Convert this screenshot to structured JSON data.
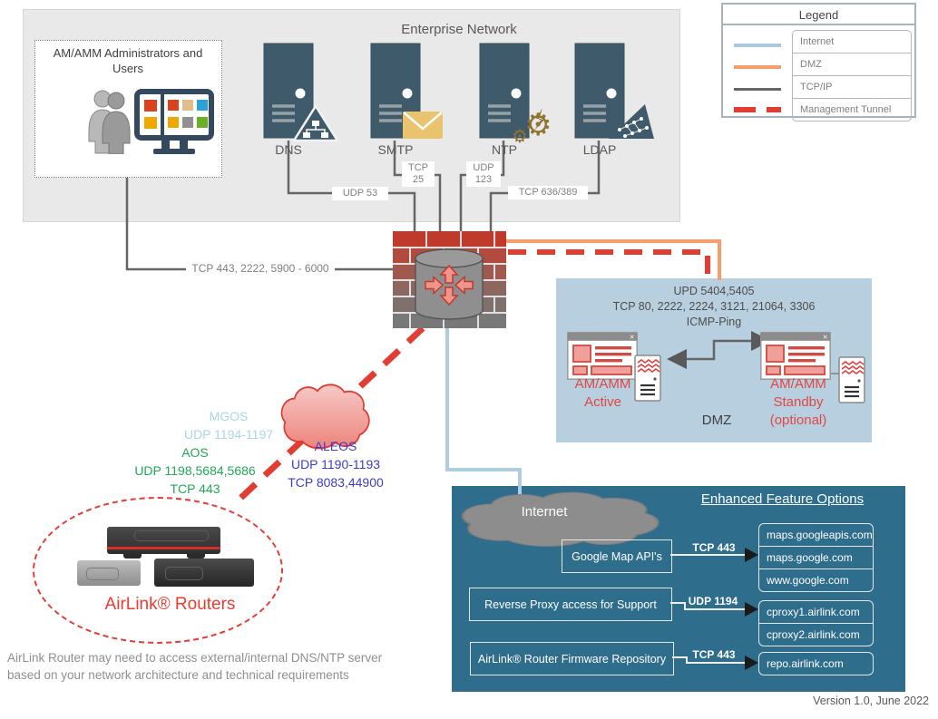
{
  "colors": {
    "internet_line": "#aac9dc",
    "dmz_line": "#f59d6d",
    "tcpip_line": "#666666",
    "management_tunnel": "#e23d32",
    "enterprise_bg": "#e9e9e9",
    "dmz_bg": "#b7cfdf",
    "enhanced_bg": "#2e6d8c",
    "server_body": "#3e5a6b",
    "am_amm_red": "#e04848",
    "aos_green": "#21a857",
    "aleos_blue": "#3c3ccc",
    "mgos_light_blue": "#a9d6e5"
  },
  "legend": {
    "title": "Legend",
    "items": [
      {
        "label": "Internet"
      },
      {
        "label": "DMZ"
      },
      {
        "label": "TCP/IP"
      },
      {
        "label": "Management Tunnel"
      }
    ]
  },
  "enterprise": {
    "title": "Enterprise Network",
    "admin_label": "AM/AMM Administrators and Users",
    "admin_port": "TCP 443, 2222, 5900 - 6000",
    "servers": [
      {
        "name": "DNS",
        "port": "UDP 53"
      },
      {
        "name": "SMTP",
        "port": "TCP 25"
      },
      {
        "name": "NTP",
        "port": "UDP 123"
      },
      {
        "name": "LDAP",
        "port": "TCP 636/389"
      }
    ]
  },
  "dmz": {
    "label": "DMZ",
    "ports": [
      "UPD 5404,5405",
      "TCP 80, 2222, 2224, 3121, 21064, 3306",
      "ICMP-Ping"
    ],
    "active_label": "AM/AMM Active",
    "standby_label": "AM/AMM Standby (optional)"
  },
  "tunnel_protocols": {
    "mgos": [
      "MGOS",
      "UDP 1194-1197"
    ],
    "aos": [
      "AOS",
      "UDP 1198,5684,5686",
      "TCP 443"
    ],
    "aleos": [
      "ALEOS",
      "UDP 1190-1193",
      "TCP 8083,44900"
    ]
  },
  "airlink": {
    "label": "AirLink® Routers"
  },
  "enhanced": {
    "title": "Enhanced Feature Options",
    "internet_label": "Internet",
    "features": [
      {
        "label": "Google Map API's",
        "port": "TCP 443",
        "domains": [
          "maps.googleapis.com",
          "maps.google.com",
          "www.google.com"
        ]
      },
      {
        "label": "Reverse Proxy access for Support",
        "port": "UDP 1194",
        "domains": [
          "cproxy1.airlink.com",
          "cproxy2.airlink.com"
        ]
      },
      {
        "label": "AirLink® Router Firmware Repository",
        "port": "TCP 443",
        "domains": [
          "repo.airlink.com"
        ]
      }
    ]
  },
  "footer": {
    "note": "AirLink Router may need to access external/internal  DNS/NTP server based on your network architecture and technical requirements",
    "version": "Version 1.0, June 2022"
  }
}
